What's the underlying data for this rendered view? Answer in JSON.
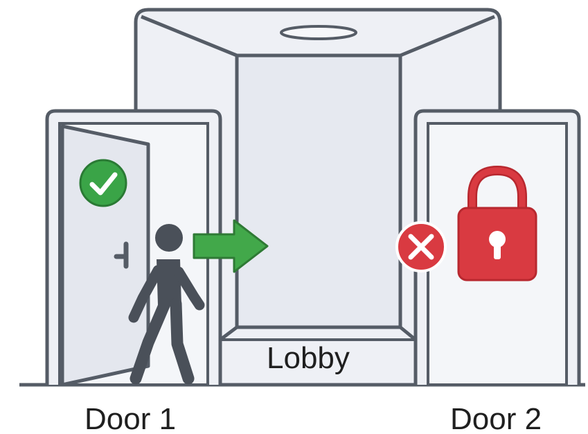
{
  "labels": {
    "lobby": "Lobby",
    "door_1": "Door 1",
    "door_2": "Door 2"
  },
  "door_1": {
    "state": "open",
    "status_icon": "check-icon",
    "status_color": "#3aa447"
  },
  "door_2": {
    "state": "locked",
    "status_icon": "x-icon",
    "lock_icon": "padlock-icon",
    "status_color": "#d93a41"
  },
  "colors": {
    "outline": "#555c66",
    "wall_fill": "#eef0f5",
    "person": "#4a5059",
    "arrow": "#42a84a",
    "success": "#3aa447",
    "danger": "#d93a41"
  }
}
